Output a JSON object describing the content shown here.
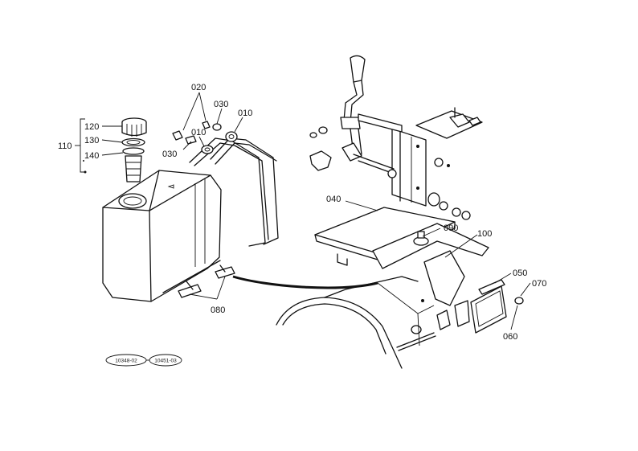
{
  "labels": {
    "p010a": "010",
    "p010b": "010",
    "p020": "020",
    "p030a": "030",
    "p030b": "030",
    "p040": "040",
    "p050": "050",
    "p060": "060",
    "p070": "070",
    "p080": "080",
    "p090": "090",
    "p100": "100",
    "p110": "110",
    "p120": "120",
    "p130": "130",
    "p140": "140"
  },
  "references": {
    "ref1": "10348-02",
    "ref2": "10451-03"
  }
}
